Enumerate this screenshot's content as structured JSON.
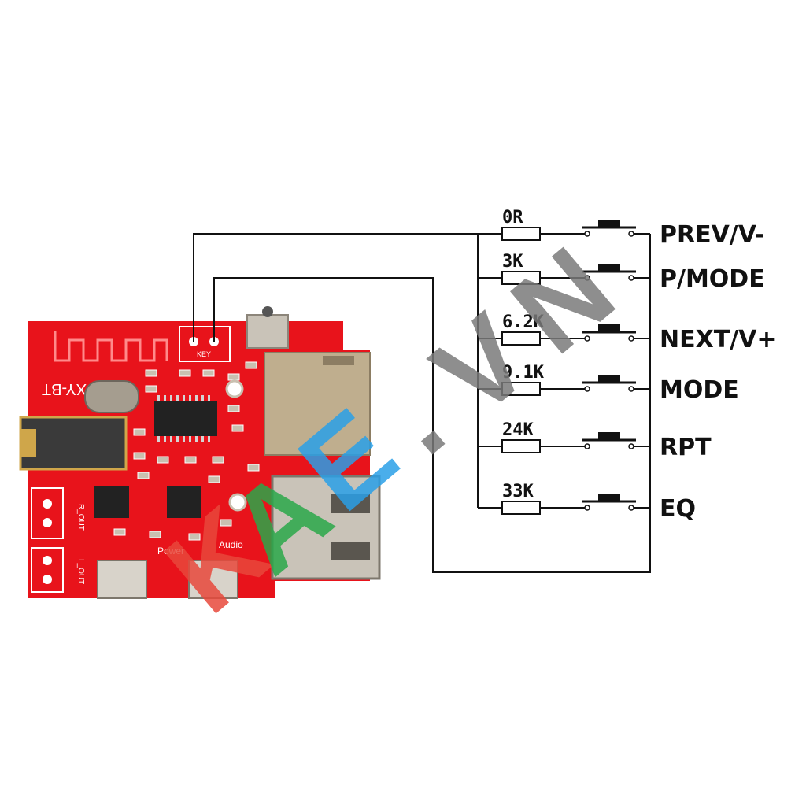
{
  "board": {
    "silkscreen_model": "XY-BT",
    "silkscreen_power": "Power",
    "silkscreen_audio": "Audio",
    "silkscreen_right_out": "R_OUT",
    "silkscreen_left_out": "L_OUT",
    "silkscreen_key": "KEY"
  },
  "buttons": [
    {
      "resistor": "0R",
      "function": "PREV/V-"
    },
    {
      "resistor": "3K",
      "function": "P/MODE"
    },
    {
      "resistor": "6.2K",
      "function": "NEXT/V+"
    },
    {
      "resistor": "9.1K",
      "function": "MODE"
    },
    {
      "resistor": "24K",
      "function": "RPT"
    },
    {
      "resistor": "33K",
      "function": "EQ"
    }
  ],
  "watermark": {
    "letters": [
      "K",
      "A",
      "E",
      ".",
      "V",
      "N"
    ],
    "colors": {
      "K": "#e8483c",
      "A": "#2aa84a",
      "E": "#2aa0e8",
      "dot": "#7a7a7a",
      "V": "#7a7a7a",
      "N": "#7a7a7a"
    }
  },
  "colors": {
    "pcb": "#e8131b",
    "wire": "#111111",
    "metal": "#b9a98c"
  }
}
